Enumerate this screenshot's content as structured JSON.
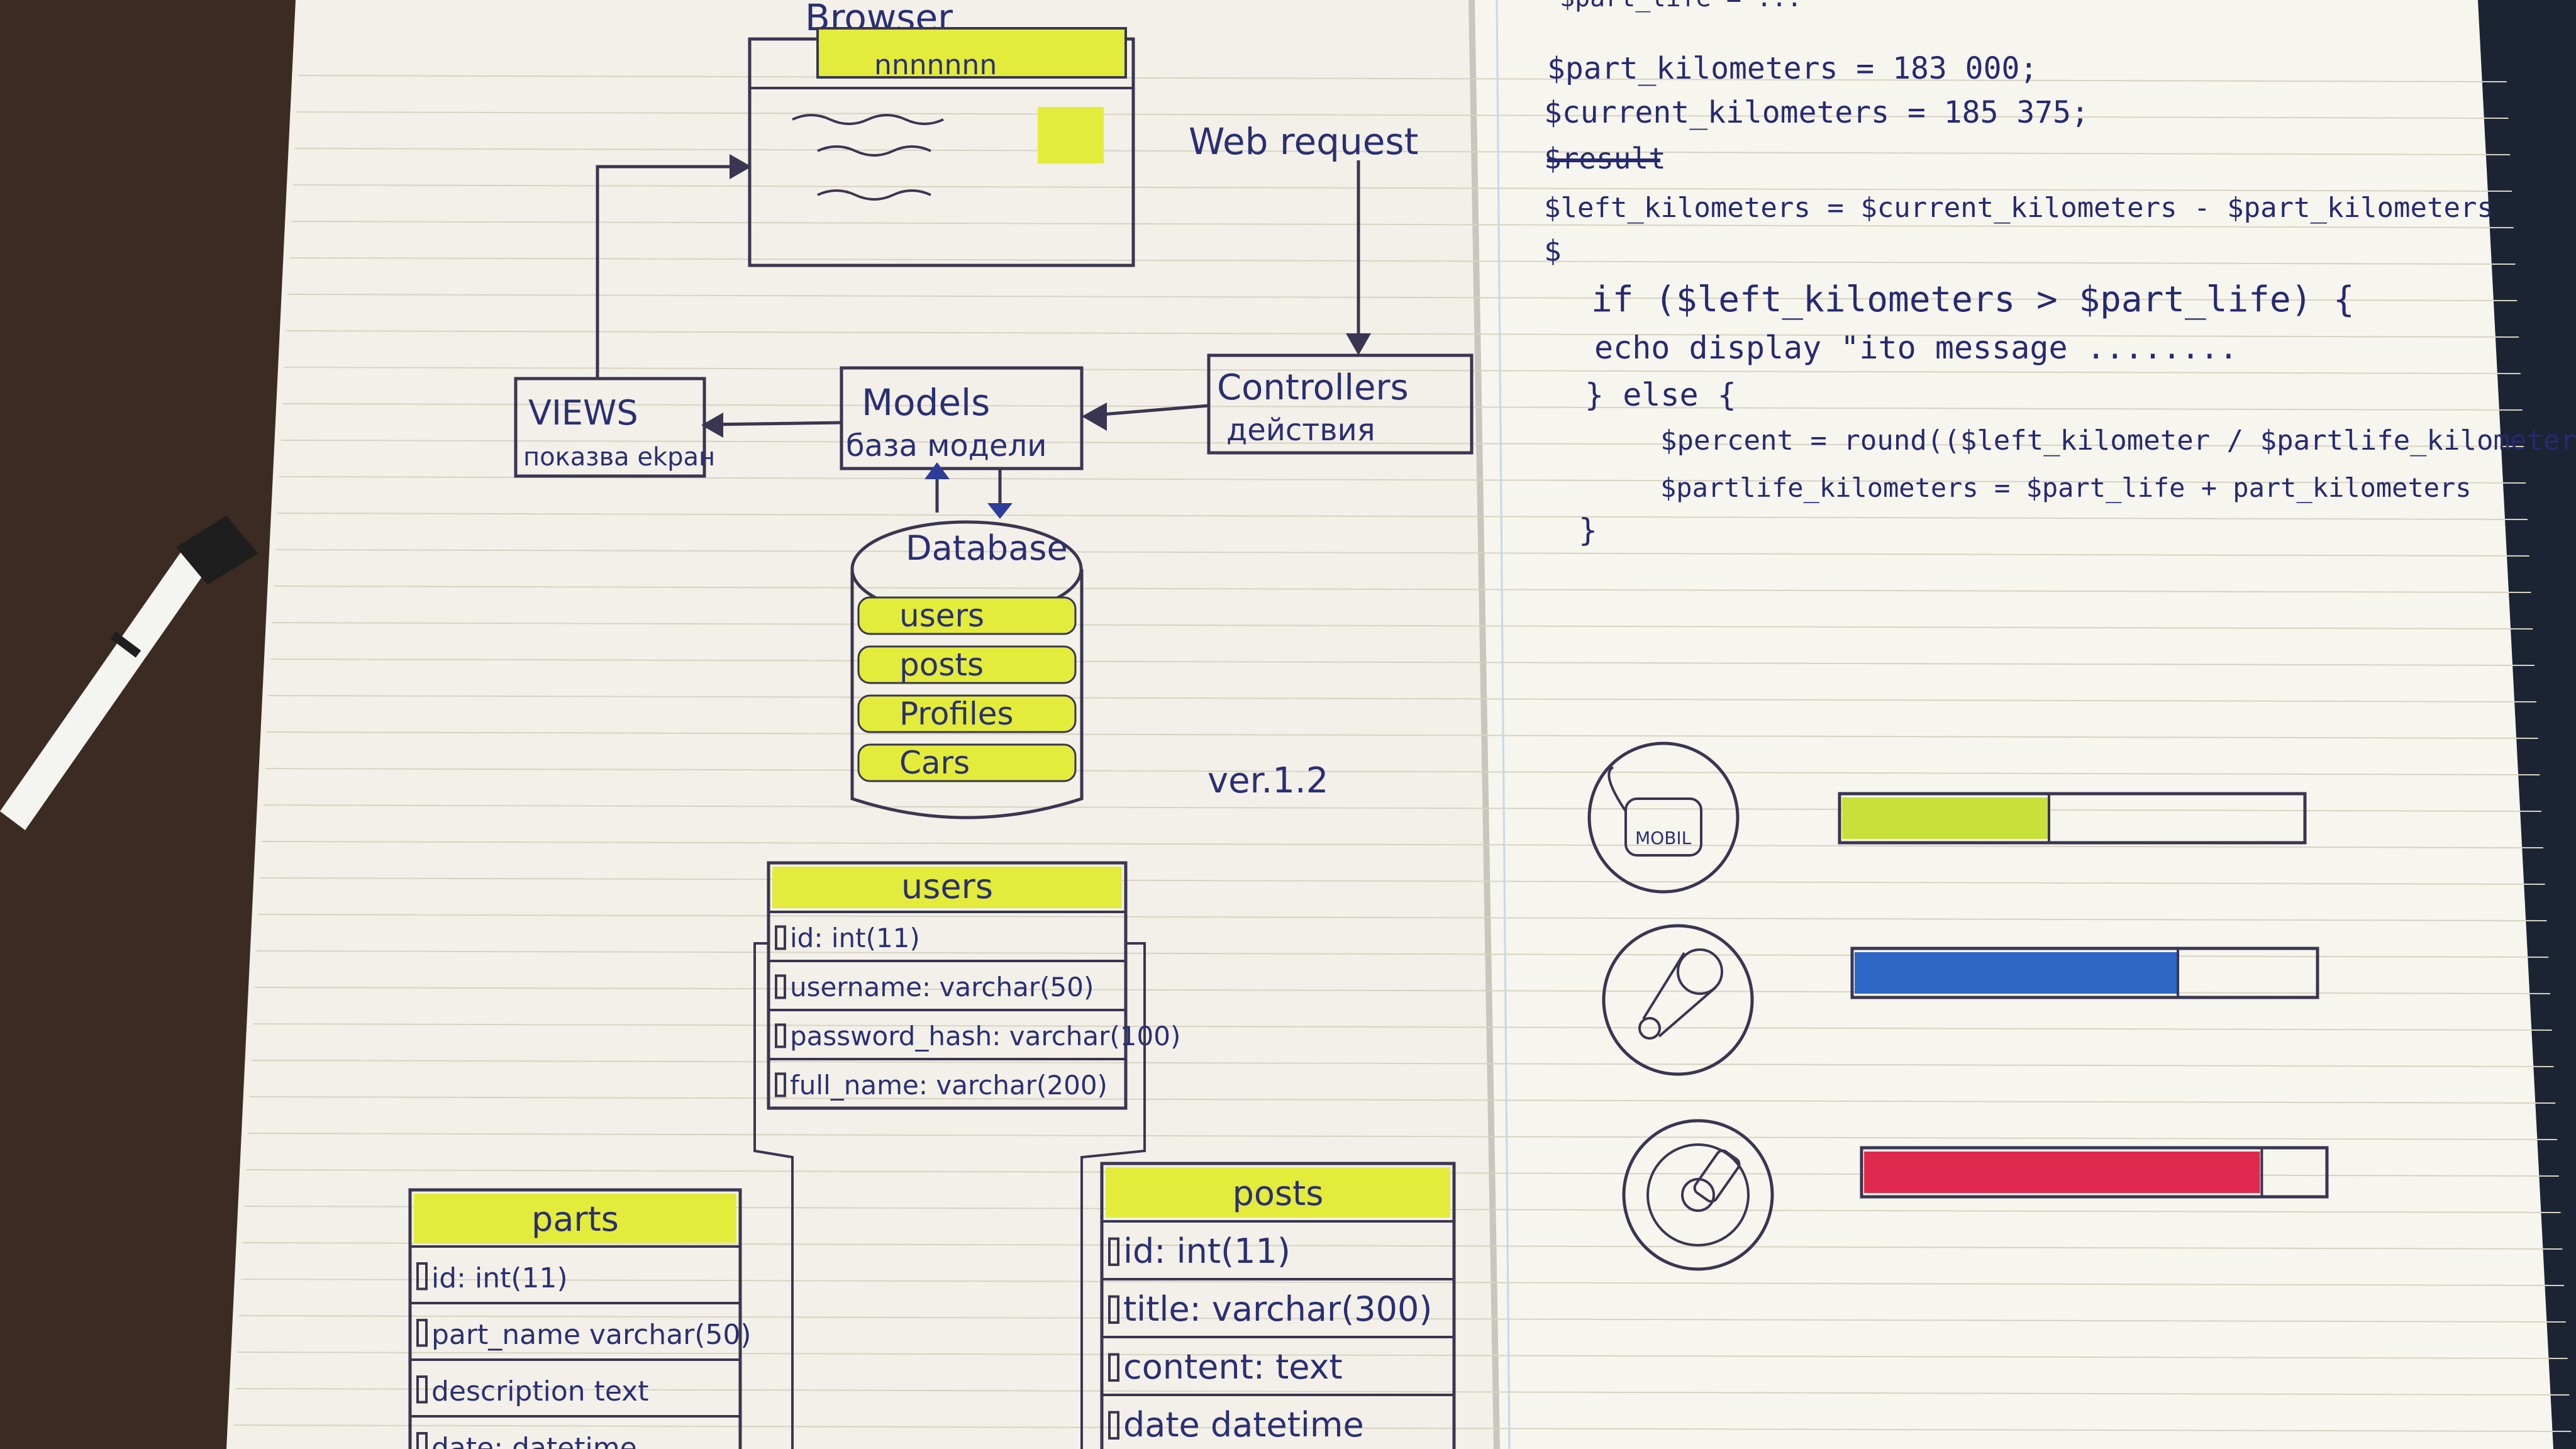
{
  "diagram": {
    "browser": {
      "title": "Browser",
      "tabs_scribble": "nnnnnnn"
    },
    "web_request_label": "Web request",
    "views": {
      "title": "VIEWS",
      "subtitle": "показва ekран"
    },
    "models": {
      "title": "Models",
      "subtitle": "база модели"
    },
    "controllers": {
      "title": "Controllers",
      "subtitle": "действия"
    },
    "database": {
      "title": "Database",
      "tables": [
        "users",
        "posts",
        "Profiles",
        "Cars"
      ]
    },
    "version": "ver.1.2",
    "table_users": {
      "title": "users",
      "fields": [
        "id: int(11)",
        "username: varchar(50)",
        "password_hash: varchar(100)",
        "full_name: varchar(200)"
      ]
    },
    "table_parts": {
      "title": "parts",
      "fields": [
        "id: int(11)",
        "part_name varchar(50)",
        "description text",
        "date: datetime"
      ]
    },
    "table_posts": {
      "title": "posts",
      "fields": [
        "id: int(11)",
        "title: varchar(300)",
        "content: text",
        "date  datetime"
      ]
    }
  },
  "code": {
    "lines": [
      "$part_life = ...",
      "$part_kilometers = 183 000;",
      "$current_kilometers = 185 375;",
      "$result",
      "$left_kilometers = $current_kilometers - $part_kilometers",
      "$",
      "if ($left_kilometers > $part_life) {",
      "echo display \"ito message ........",
      "} else {",
      "$percent = round(($left_kilometer / $partlife_kilometers)",
      "$partlife_kilometers = $part_life + part_kilometers",
      "}"
    ]
  },
  "gauges": [
    {
      "icon": "oil-can-icon",
      "label": "MOBIL",
      "fill_fraction": 0.45,
      "color": "#c8e03a"
    },
    {
      "icon": "timing-belt-icon",
      "label": "",
      "fill_fraction": 0.7,
      "color": "#2f67c7"
    },
    {
      "icon": "brake-disc-icon",
      "label": "",
      "fill_fraction": 0.86,
      "color": "#e0294f"
    }
  ],
  "colors": {
    "highlight_yellow": "#e3ec3a",
    "ink": "#2a2f73"
  }
}
